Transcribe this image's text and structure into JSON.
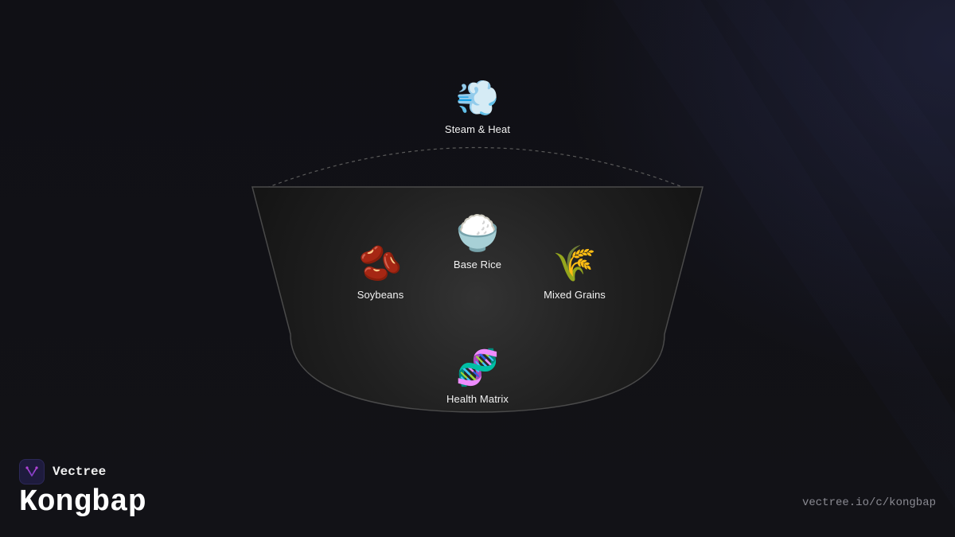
{
  "diagram": {
    "nodes": {
      "steam": {
        "icon": "💨",
        "icon_name": "dash-steam-icon",
        "label": "Steam & Heat"
      },
      "rice": {
        "icon": "🍚",
        "icon_name": "rice-bowl-icon",
        "label": "Base Rice"
      },
      "soybeans": {
        "icon": "🫘",
        "icon_name": "beans-icon",
        "label": "Soybeans"
      },
      "grains": {
        "icon": "🌾",
        "icon_name": "sheaf-of-grain-icon",
        "label": "Mixed Grains"
      },
      "health": {
        "icon": "🧬",
        "icon_name": "dna-icon",
        "label": "Health Matrix"
      }
    }
  },
  "branding": {
    "logo_icon": "vectree-logo-icon",
    "name": "Vectree",
    "title": "Kongbap",
    "url": "vectree.io/c/kongbap"
  },
  "colors": {
    "background": "#111116",
    "bowl_stroke": "#4a4a4a",
    "logo_accent": "#b044d8"
  }
}
